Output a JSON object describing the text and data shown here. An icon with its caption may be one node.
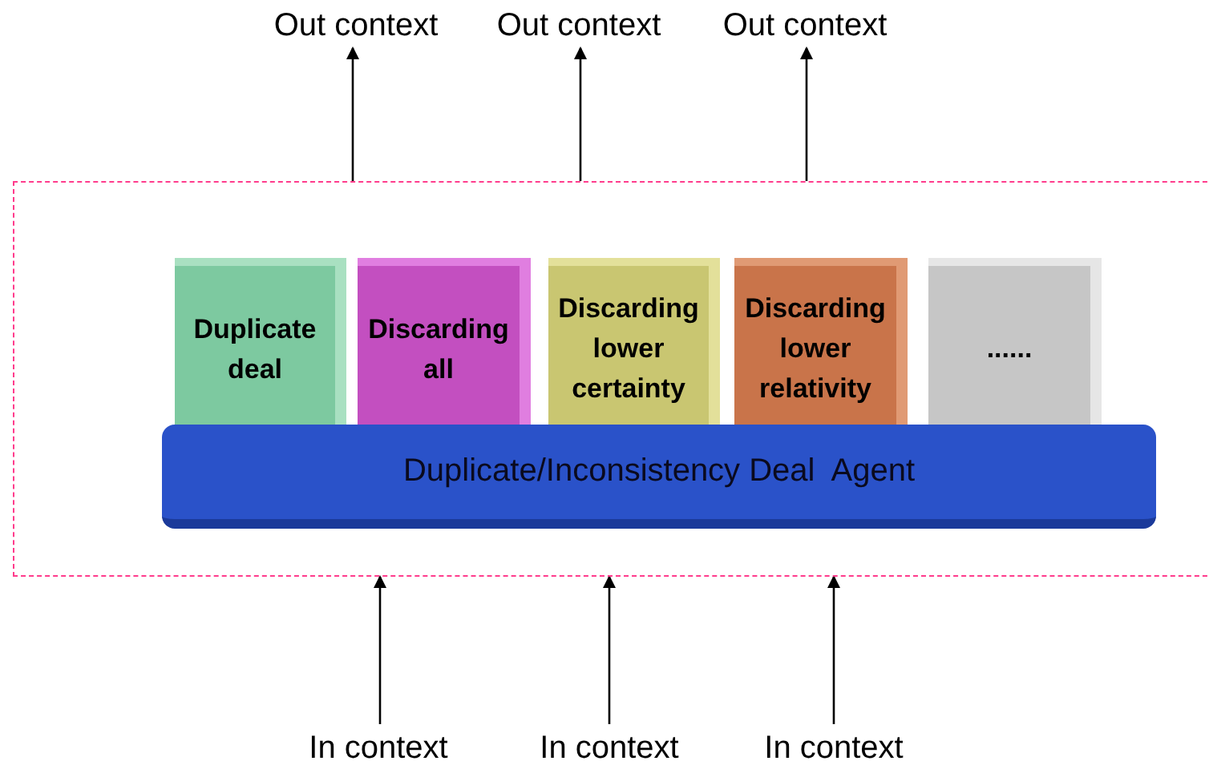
{
  "diagram": {
    "nodes": [
      {
        "text": [
          "Out context"
        ]
      },
      {
        "text": [
          "Out context"
        ]
      },
      {
        "text": [
          "Out context"
        ]
      },
      {
        "text": [],
        "shape": "box"
      },
      {
        "text": [
          "Duplicate deal"
        ],
        "in": 3
      },
      {
        "text": [
          "Discarding all"
        ],
        "in": 3
      },
      {
        "text": [
          "Discarding lower certainty"
        ],
        "in": 3
      },
      {
        "text": [
          "Discarding lower relativity"
        ],
        "in": 3
      },
      {
        "text": [
          "......"
        ],
        "in": 3
      },
      {
        "text": [
          "Duplicate/Inconsistency Deal  Agent"
        ],
        "in": 3
      },
      {
        "text": [
          "In context"
        ]
      },
      {
        "text": [
          "In context"
        ]
      },
      {
        "text": [
          "In context"
        ]
      }
    ],
    "edges": [
      {
        "from": 3,
        "to": 0,
        "arrow": "to"
      },
      {
        "from": 3,
        "to": 1,
        "arrow": "to"
      },
      {
        "from": 3,
        "to": 2,
        "arrow": "to"
      },
      {
        "from": 10,
        "to": 3,
        "arrow": "to"
      },
      {
        "from": 11,
        "to": 3,
        "arrow": "to"
      },
      {
        "from": 12,
        "to": 3,
        "arrow": "to"
      }
    ]
  }
}
